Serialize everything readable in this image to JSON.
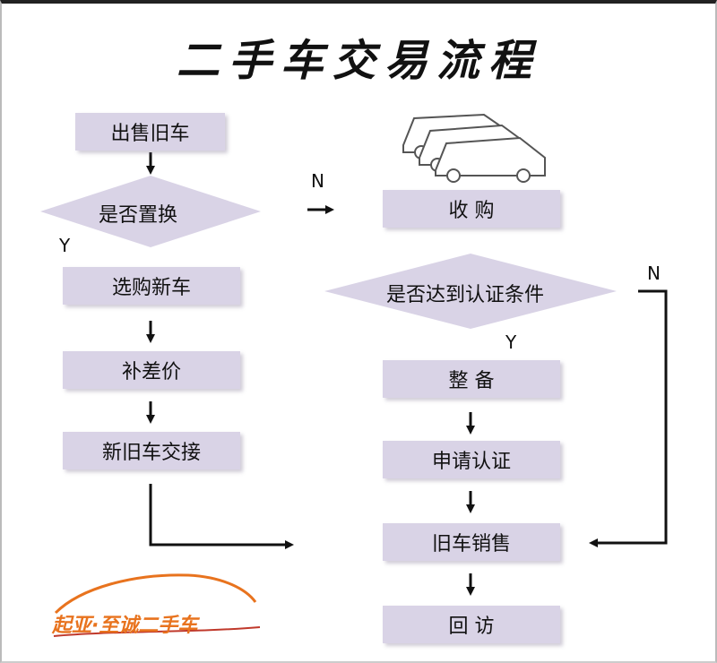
{
  "title": "二手车交易流程",
  "left": {
    "sell_old": "出售旧车",
    "is_trade_in": "是否置换",
    "choose_new": "选购新车",
    "pay_difference": "补差价",
    "handover": "新旧车交接"
  },
  "right": {
    "purchase": "收 购",
    "meets_cert": "是否达到认证条件",
    "reconditioning": "整 备",
    "apply_cert": "申请认证",
    "sell_used": "旧车销售",
    "follow_up": "回 访"
  },
  "branch_labels": {
    "trade_in_no": "N",
    "trade_in_yes": "Y",
    "cert_no": "N",
    "cert_yes": "Y"
  },
  "logo": {
    "text": "起亚·至诚二手车",
    "colors": {
      "primary": "#e8731e",
      "accent": "#c0392b"
    }
  },
  "colors": {
    "box_fill": "#d9d3e6",
    "line": "#111111"
  }
}
